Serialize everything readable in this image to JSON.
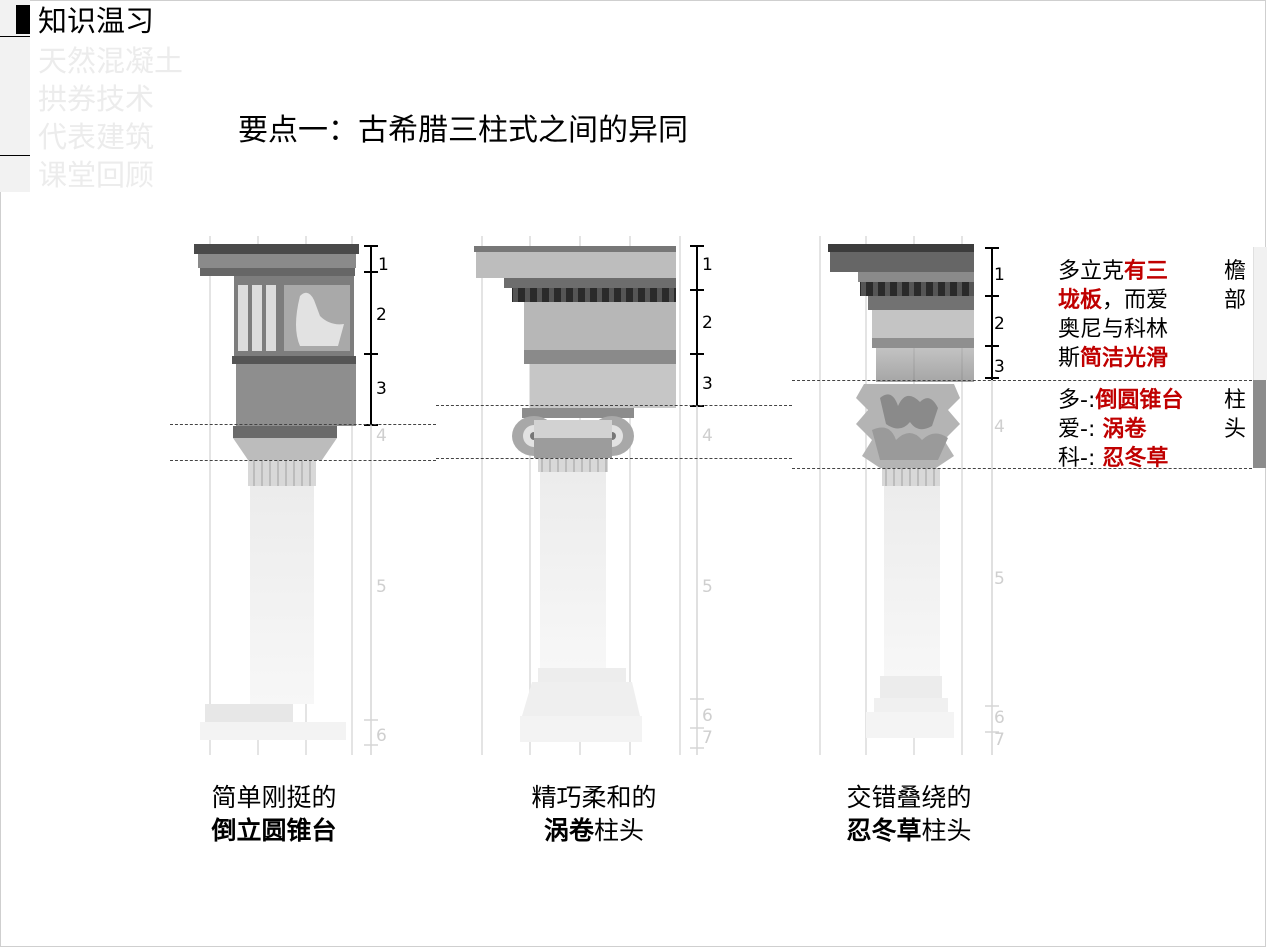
{
  "menu": {
    "items": [
      {
        "label": "知识温习",
        "active": true
      },
      {
        "label": "天然混凝土",
        "active": false
      },
      {
        "label": "拱券技术",
        "active": false
      },
      {
        "label": "代表建筑",
        "active": false
      },
      {
        "label": "课堂回顾",
        "active": false
      }
    ]
  },
  "title": "要点一：古希腊三柱式之间的异同",
  "columns": [
    {
      "caption_line1": "简单刚挺的",
      "caption_bold": "倒立圆锥台",
      "caption_rest": ""
    },
    {
      "caption_line1": "精巧柔和的",
      "caption_bold": "涡卷",
      "caption_rest": "柱头"
    },
    {
      "caption_line1": "交错叠绕的",
      "caption_bold": "忍冬草",
      "caption_rest": "柱头"
    }
  ],
  "scale_numbers": [
    "1",
    "2",
    "3",
    "4",
    "5",
    "6",
    "7"
  ],
  "entablature_note": {
    "p1": "多立克",
    "p1_red": "有三",
    "p2_red": "垅板",
    "p2": "，而爱",
    "p3": "奥尼与科林",
    "p4": "斯",
    "p4_red": "简洁光滑",
    "side_top": "檐",
    "side_bottom": "部"
  },
  "capital_note": {
    "row1_prefix": "多-:",
    "row1_red": "倒圆锥台",
    "row2_prefix": "爱-: ",
    "row2_red": "涡卷",
    "row3_prefix": "科-: ",
    "row3_red": "忍冬草",
    "side_top": "柱",
    "side_bottom": "头"
  },
  "colors": {
    "accent_red": "#c00000",
    "menu_bg": "#f2f2f2",
    "menu_dim_text": "#ececec"
  }
}
